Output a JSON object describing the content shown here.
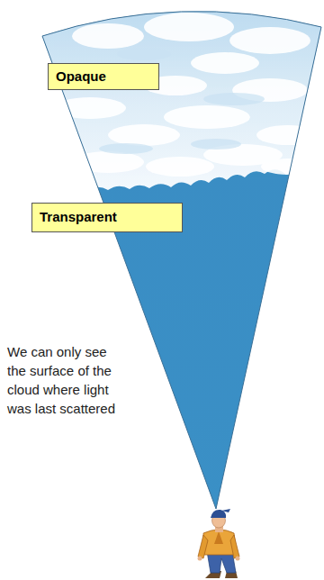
{
  "diagram": {
    "nodes": [
      {
        "text": [
          "Opaque"
        ]
      },
      {
        "text": [
          "Transparent"
        ]
      }
    ],
    "labels": [
      "We can only see the surface of the cloud where light was last scattered"
    ]
  }
}
